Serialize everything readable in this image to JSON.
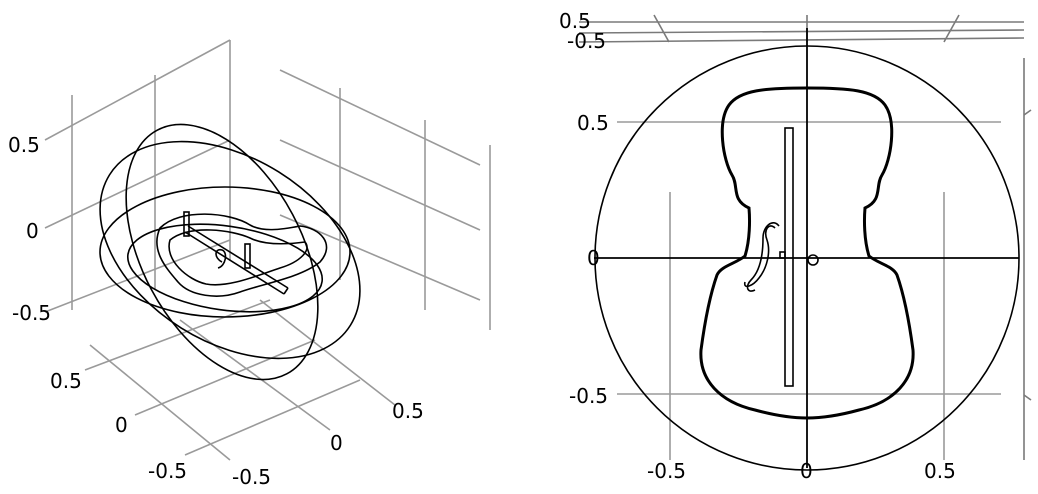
{
  "view3d": {
    "z_ticks": [
      "0.5",
      "0",
      "-0.5"
    ],
    "x_ticks": [
      "0.5",
      "0",
      "-0.5"
    ],
    "y_ticks": [
      "0.5",
      "0",
      "-0.5"
    ]
  },
  "view2d": {
    "x_ticks": [
      "-0.5",
      "0",
      "0.5"
    ],
    "y_ticks": [
      "0.5",
      "0",
      "-0.5"
    ],
    "frame_labels": [
      "0.5",
      "-0.5"
    ]
  },
  "colors": {
    "geometry": "#000000",
    "grid": "#9a9a9a",
    "background": "#ffffff"
  }
}
